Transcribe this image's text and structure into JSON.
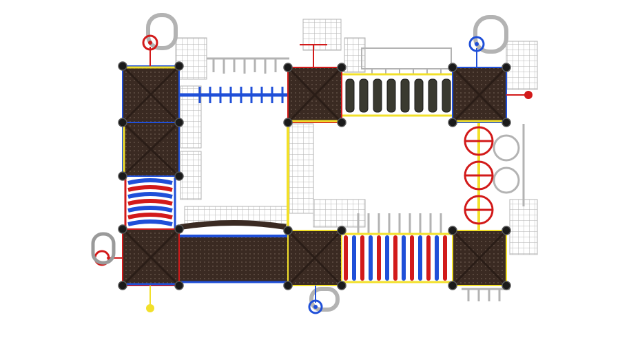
{
  "colors": {
    "background": "#ffffff",
    "deck": "#3a2a22",
    "deck_dark": "#2a1d17",
    "yellow": "#f2e02a",
    "blue": "#1f4fd8",
    "red": "#d21a1a",
    "post_cap": "#1a1a1a",
    "shadow": "#bdbdbd",
    "shadow_dark": "#9a9a9a"
  },
  "components": {
    "decks": [
      {
        "name": "deck-top-left"
      },
      {
        "name": "deck-left-middle"
      },
      {
        "name": "deck-bottom-left"
      },
      {
        "name": "deck-top-center"
      },
      {
        "name": "deck-bottom-center"
      },
      {
        "name": "deck-top-right"
      },
      {
        "name": "deck-bottom-right"
      }
    ],
    "bridges": [
      {
        "name": "blue-ladder-bridge"
      },
      {
        "name": "dark-roller-bridge"
      },
      {
        "name": "red-blue-rung-bridge"
      },
      {
        "name": "platform-bridge-bottom"
      },
      {
        "name": "tube-climber-left"
      },
      {
        "name": "yellow-pole-center"
      },
      {
        "name": "red-ring-climber-right"
      }
    ],
    "accessories": [
      {
        "name": "steering-wheel-red-top",
        "color": "red"
      },
      {
        "name": "steering-wheel-blue-top",
        "color": "blue"
      },
      {
        "name": "telescope-red-left",
        "color": "red"
      },
      {
        "name": "telescope-blue-bottom",
        "color": "blue"
      },
      {
        "name": "ball-yellow-bottom",
        "color": "yellow"
      },
      {
        "name": "ball-red-right",
        "color": "red"
      }
    ]
  }
}
